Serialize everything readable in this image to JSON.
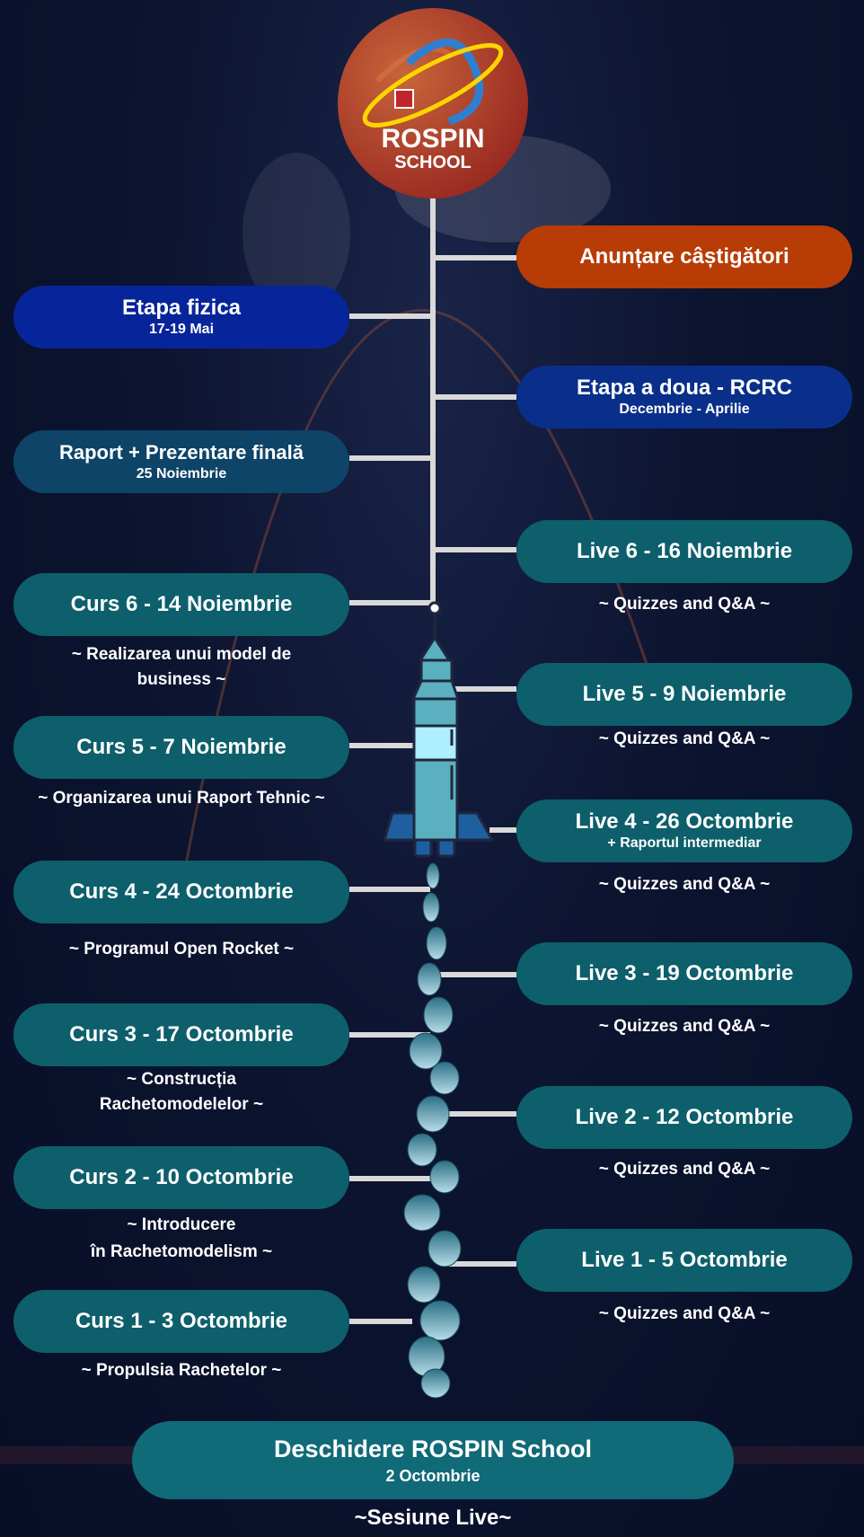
{
  "logo": {
    "line1": "ROSPIN",
    "line2": "SCHOOL"
  },
  "colors": {
    "teal": "#0d5f6b",
    "orange": "#b83c06",
    "blue": "#07259a",
    "navy": "#0a2f8a",
    "slate": "#0d4468",
    "connector": "#d9d9d9"
  },
  "right": [
    {
      "title": "Anunțare câștigători"
    },
    {
      "title": "Etapa a doua - RCRC",
      "sub": "Decembrie - Aprilie"
    },
    {
      "title": "Live 6 - 16 Noiembrie",
      "caption": "~ Quizzes and Q&A ~"
    },
    {
      "title": "Live 5 - 9 Noiembrie",
      "caption": "~ Quizzes and Q&A ~"
    },
    {
      "title": "Live 4 - 26 Octombrie",
      "sub": "+ Raportul intermediar",
      "caption": "~ Quizzes and Q&A ~"
    },
    {
      "title": "Live 3 - 19 Octombrie",
      "caption": "~ Quizzes and Q&A ~"
    },
    {
      "title": "Live 2 - 12 Octombrie",
      "caption": "~ Quizzes and Q&A ~"
    },
    {
      "title": "Live 1 - 5 Octombrie",
      "caption": "~ Quizzes and Q&A ~"
    }
  ],
  "left": [
    {
      "title": "Etapa fizica",
      "sub": "17-19 Mai"
    },
    {
      "title": "Raport + Prezentare finală",
      "sub": "25 Noiembrie"
    },
    {
      "title": "Curs 6 - 14 Noiembrie",
      "caption1": "~ Realizarea unui model de",
      "caption2": "business ~"
    },
    {
      "title": "Curs 5 - 7 Noiembrie",
      "caption1": "~ Organizarea unui Raport Tehnic ~"
    },
    {
      "title": "Curs 4 - 24 Octombrie",
      "caption1": "~ Programul Open Rocket ~"
    },
    {
      "title": "Curs 3 - 17 Octombrie",
      "caption1": "~ Construcția",
      "caption2": "Rachetomodelelor ~"
    },
    {
      "title": "Curs 2 - 10 Octombrie",
      "caption1": "~ Introducere",
      "caption2": "în Rachetomodelism ~"
    },
    {
      "title": "Curs 1 - 3 Octombrie",
      "caption1": "~ Propulsia Rachetelor ~"
    }
  ],
  "opening": {
    "title": "Deschidere ROSPIN School",
    "sub": "2 Octombrie",
    "caption": "~Sesiune Live~"
  }
}
